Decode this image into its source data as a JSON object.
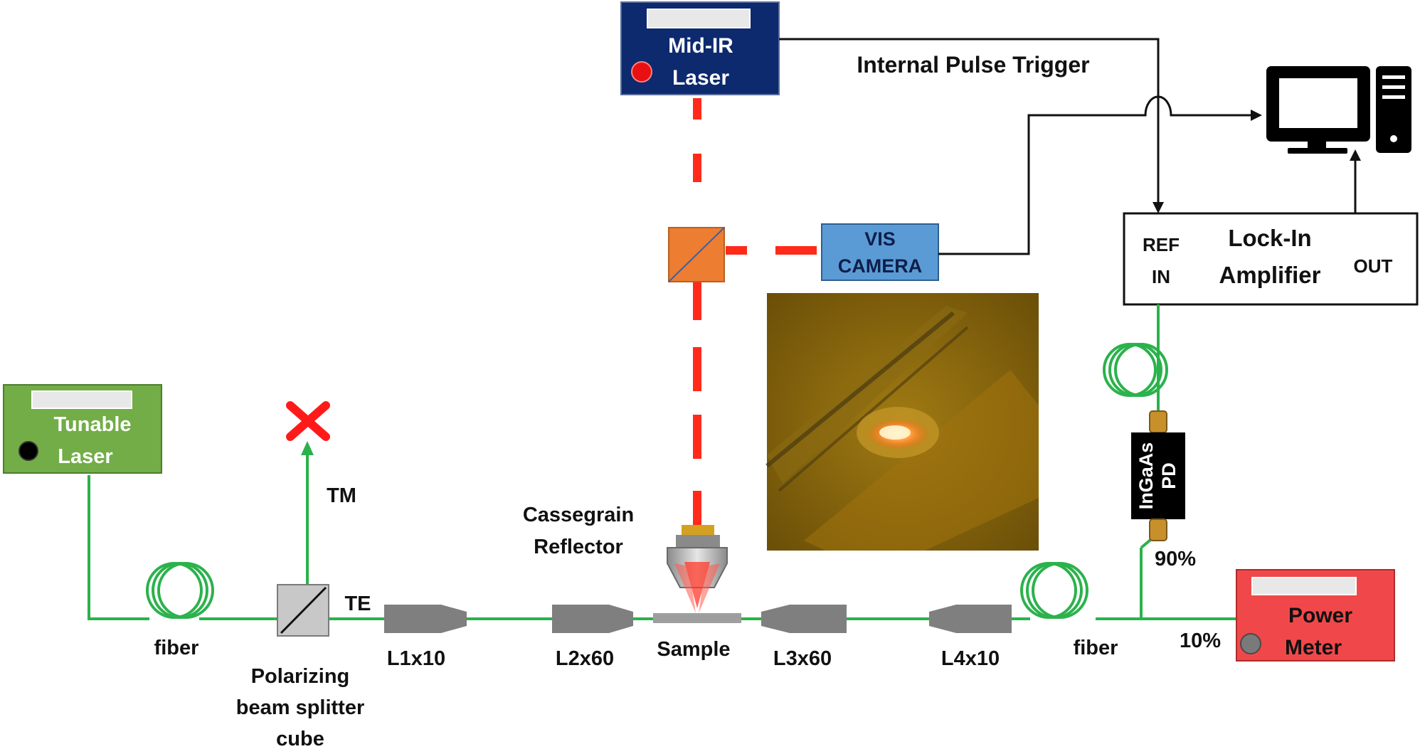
{
  "devices": {
    "midir": {
      "line1": "Mid-IR",
      "line2": "Laser"
    },
    "tunable": {
      "line1": "Tunable",
      "line2": "Laser"
    },
    "power": {
      "line1": "Power",
      "line2": "Meter"
    },
    "camera": {
      "line1": "VIS",
      "line2": "CAMERA"
    },
    "lockin": {
      "ref1": "REF",
      "ref2": "IN",
      "title1": "Lock-In",
      "title2": "Amplifier",
      "out": "OUT"
    },
    "pd": {
      "line1": "InGaAs",
      "line2": "PD"
    }
  },
  "labels": {
    "trigger": "Internal Pulse Trigger",
    "cassegrain1": "Cassegrain",
    "cassegrain2": "Reflector",
    "tm": "TM",
    "te": "TE",
    "fiber_left": "fiber",
    "fiber_right": "fiber",
    "pbs1": "Polarizing",
    "pbs2": "beam splitter",
    "pbs3": "cube",
    "l1": "L1x10",
    "l2": "L2x60",
    "sample": "Sample",
    "l3": "L3x60",
    "l4": "L4x10",
    "split90": "90%",
    "split10": "10%"
  },
  "colors": {
    "fiber": "#2bb24c",
    "beam": "#ff2a1a",
    "midir_box": "#0d2a6e",
    "tunable_box": "#72ad47",
    "power_box": "#f0484a",
    "camera_box": "#5b9bd5",
    "pbs_orange": "#ed7d31",
    "lens_gray": "#7f7f7f"
  }
}
